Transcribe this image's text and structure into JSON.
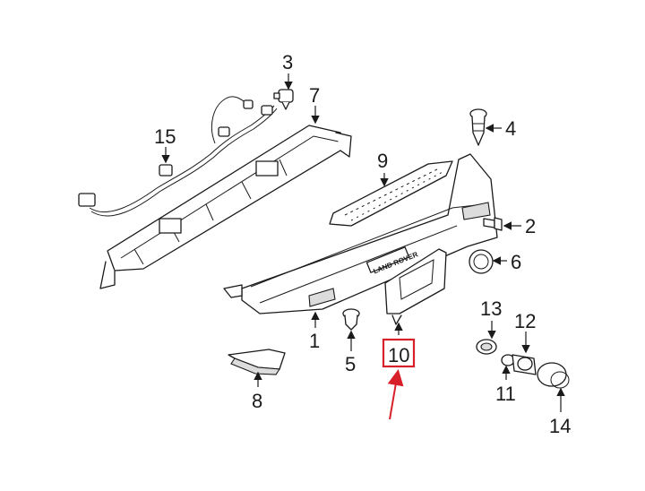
{
  "callouts": {
    "c1": "1",
    "c2": "2",
    "c3": "3",
    "c4": "4",
    "c5": "5",
    "c6": "6",
    "c7": "7",
    "c8": "8",
    "c9": "9",
    "c10": "10",
    "c11": "11",
    "c12": "12",
    "c13": "13",
    "c14": "14",
    "c15": "15"
  },
  "bumper_lettering": "LAND ROVER",
  "highlight": {
    "callout": "10",
    "color": "#d8202a"
  },
  "colors": {
    "line": "#1a1a1a",
    "background": "#ffffff",
    "highlight": "#d8202a"
  }
}
